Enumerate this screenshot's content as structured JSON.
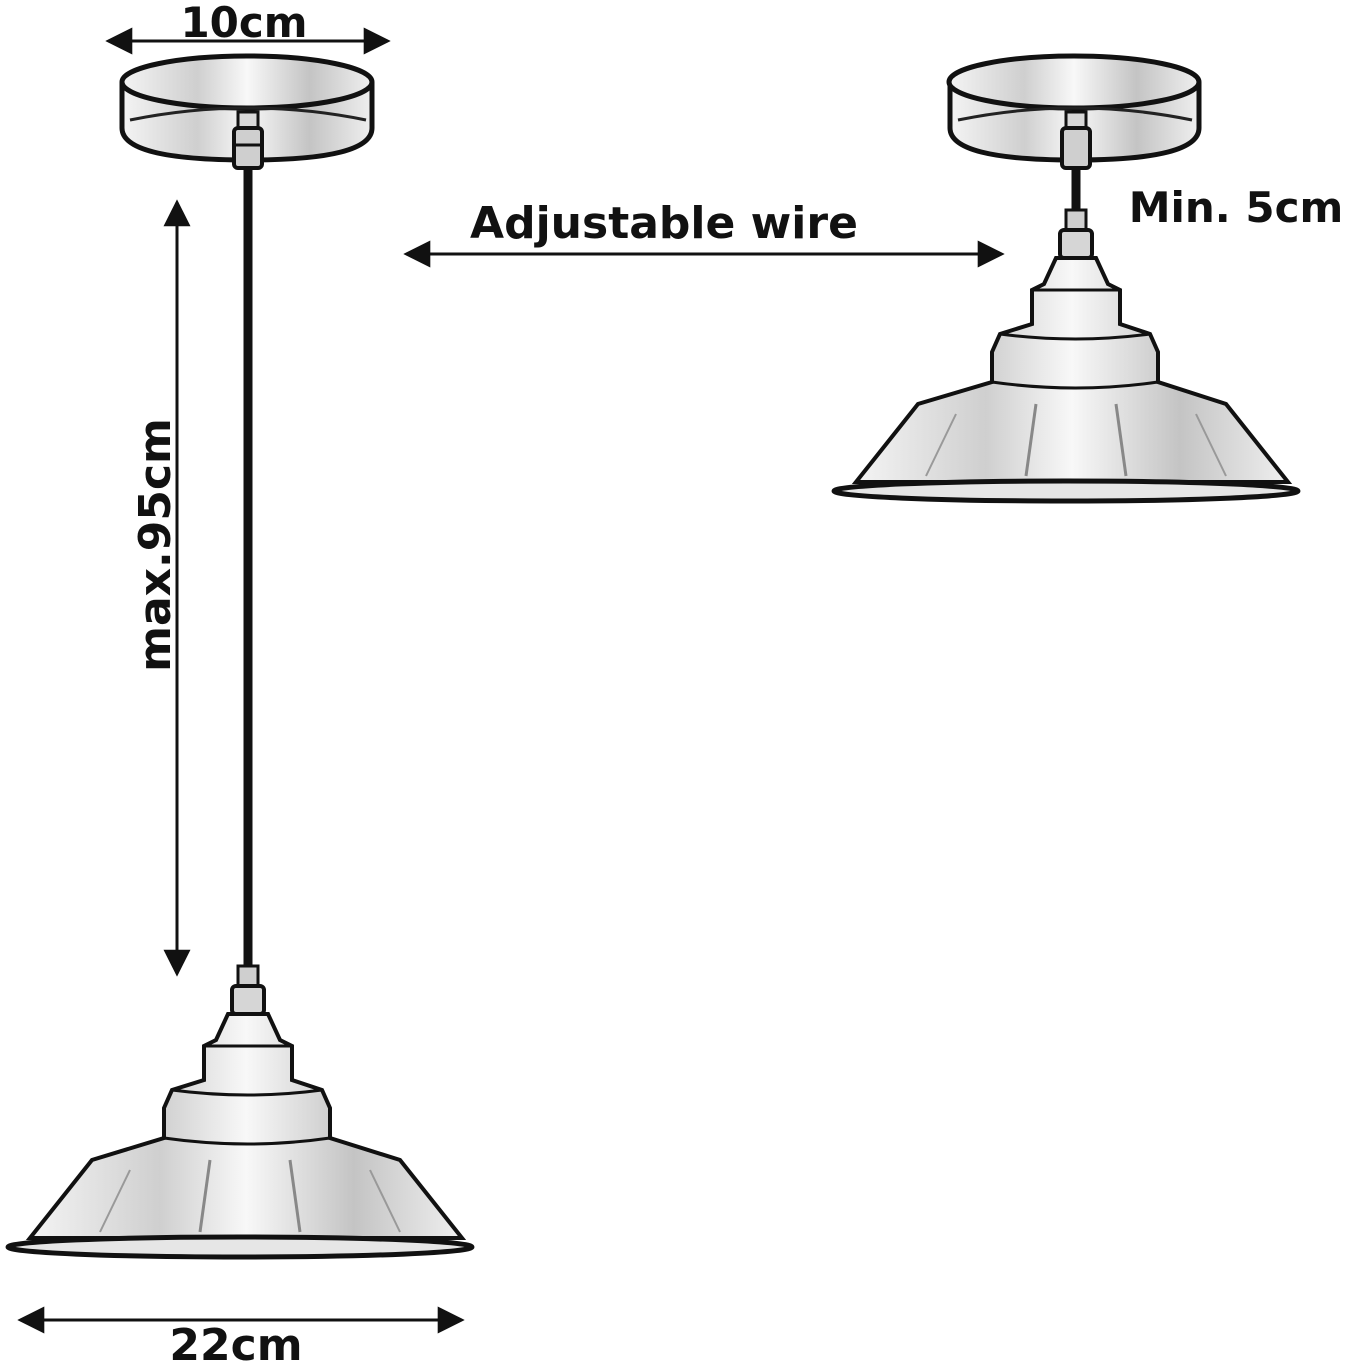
{
  "labels": {
    "canopy_width": "10cm",
    "adjustable_wire": "Adjustable wire",
    "min_length": "Min. 5cm",
    "max_length": "max.95cm",
    "shade_width": "22cm"
  },
  "colors": {
    "ink": "#111111",
    "metal_light": "#e8e8e8",
    "metal_mid": "#bdbdbd",
    "background": "#ffffff"
  }
}
